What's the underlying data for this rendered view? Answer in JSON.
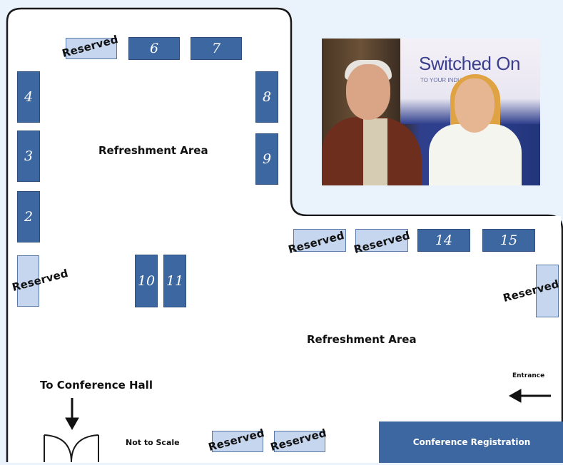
{
  "map": {
    "booths": [
      "6",
      "7",
      "8",
      "9",
      "4",
      "3",
      "2",
      "10",
      "11",
      "14",
      "15"
    ],
    "reserved_label": "Reserved",
    "refreshment_label": "Refreshment Area",
    "conference_hall_label": "To Conference Hall",
    "not_to_scale_label": "Not to Scale",
    "entrance_label": "Entrance",
    "registration_label": "Conference Registration"
  },
  "photo": {
    "banner_title": "Switched On",
    "banner_subtitle": "TO YOUR INDUSTRY"
  },
  "colors": {
    "booth": "#3d67a0",
    "reserved": "#c6d6ef",
    "background": "#eaf2fb"
  }
}
